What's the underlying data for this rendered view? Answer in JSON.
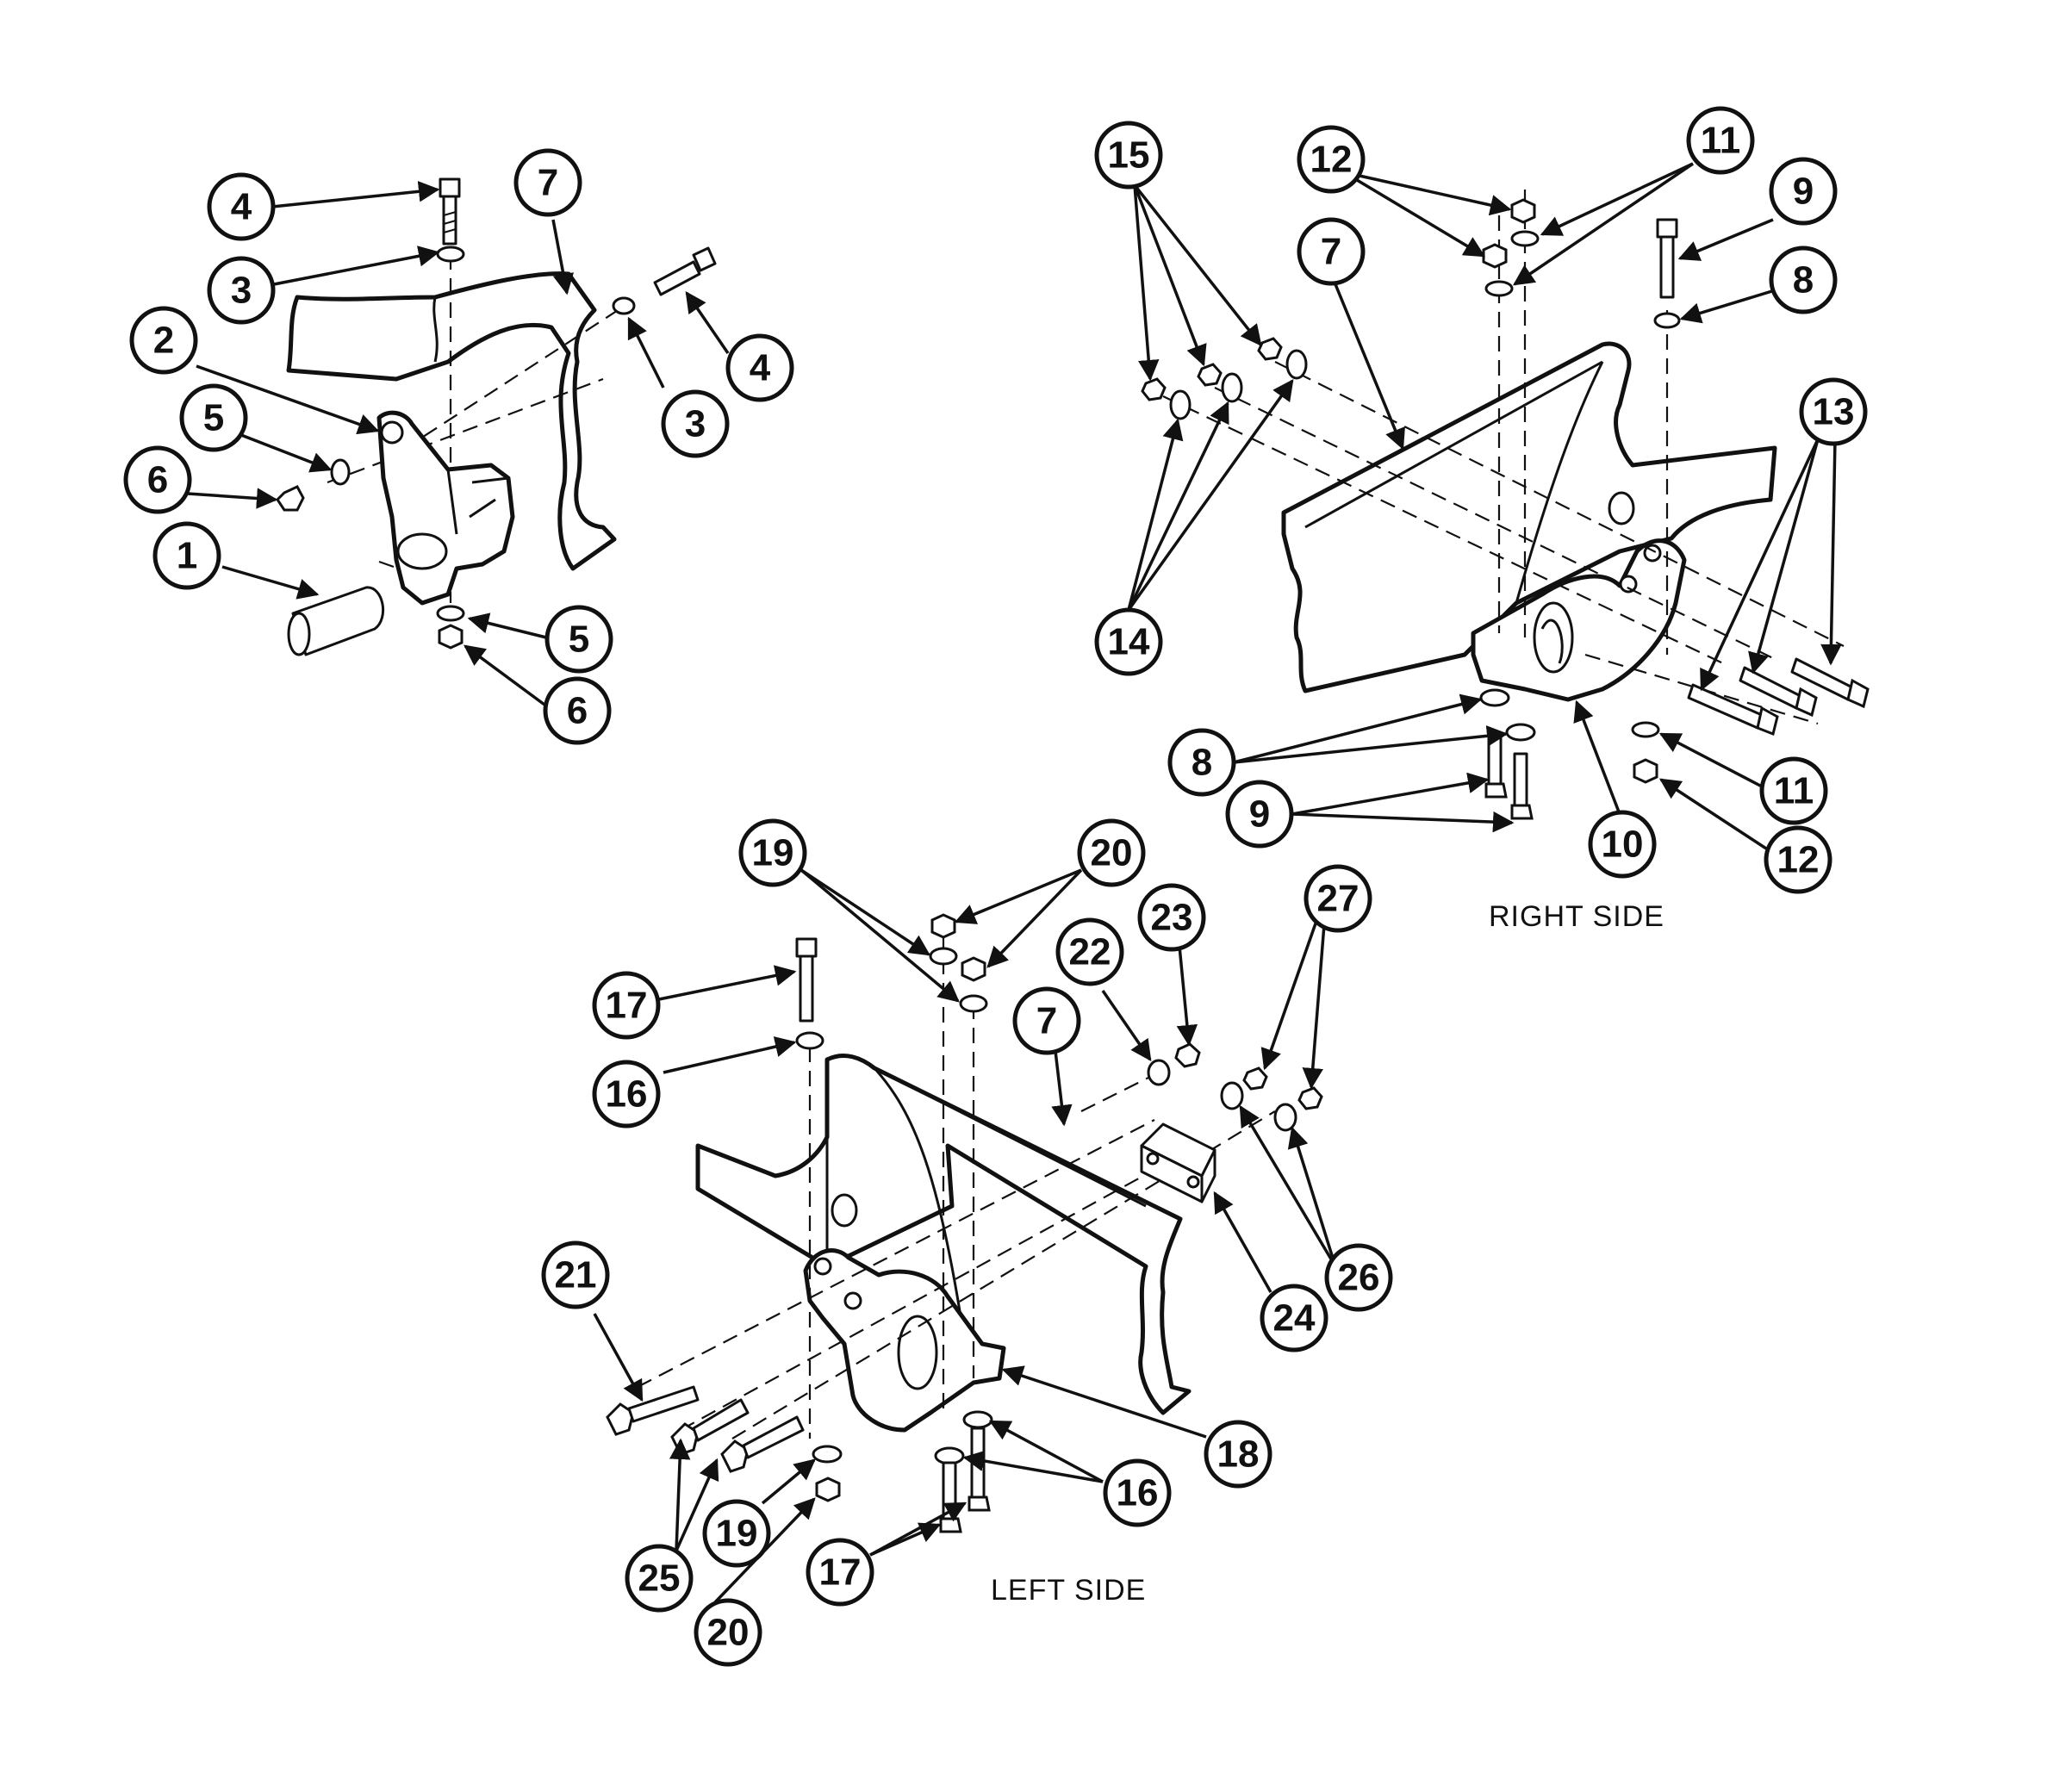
{
  "labels": {
    "right_side": "RIGHT SIDE",
    "left_side": "LEFT SIDE"
  },
  "callouts": {
    "c1": "1",
    "c2": "2",
    "c3a": "3",
    "c3b": "3",
    "c4a": "4",
    "c4b": "4",
    "c5a": "5",
    "c5b": "5",
    "c6a": "6",
    "c6b": "6",
    "c7a": "7",
    "c7b": "7",
    "c7c": "7",
    "c8a": "8",
    "c8b": "8",
    "c9a": "9",
    "c9b": "9",
    "c10": "10",
    "c11a": "11",
    "c11b": "11",
    "c12a": "12",
    "c12b": "12",
    "c13": "13",
    "c14": "14",
    "c15": "15",
    "c16a": "16",
    "c16b": "16",
    "c17a": "17",
    "c17b": "17",
    "c18": "18",
    "c19a": "19",
    "c19b": "19",
    "c20a": "20",
    "c20b": "20",
    "c21": "21",
    "c22": "22",
    "c23": "23",
    "c24": "24",
    "c25": "25",
    "c26": "26",
    "c27": "27"
  }
}
